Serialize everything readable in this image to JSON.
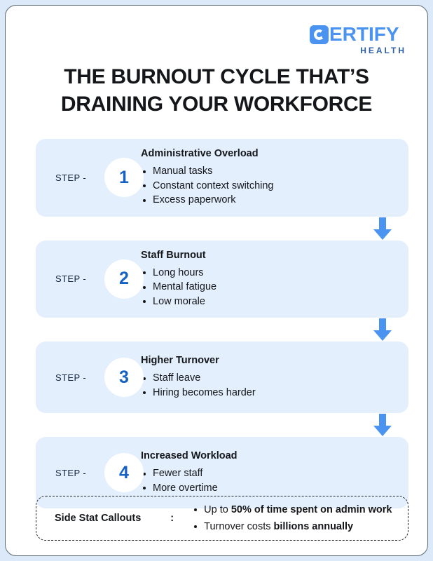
{
  "brand": {
    "mark_icon": "certify-c-logo-icon",
    "name": "ERTIFY",
    "tagline": "HEALTH",
    "accent_color": "#4a93f0",
    "tagline_color": "#2f5fa8"
  },
  "title": "THE BURNOUT CYCLE THAT’S DRAINING YOUR WORKFORCE",
  "steps": [
    {
      "label": "STEP -",
      "number": "1",
      "heading": "Administrative Overload",
      "bullets": [
        "Manual tasks",
        "Constant context switching",
        "Excess paperwork"
      ]
    },
    {
      "label": "STEP -",
      "number": "2",
      "heading": "Staff Burnout",
      "bullets": [
        "Long hours",
        "Mental fatigue",
        "Low morale"
      ]
    },
    {
      "label": "STEP -",
      "number": "3",
      "heading": "Higher Turnover",
      "bullets": [
        "Staff leave",
        "Hiring becomes harder"
      ]
    },
    {
      "label": "STEP -",
      "number": "4",
      "heading": "Increased Workload",
      "bullets": [
        "Fewer staff",
        "More overtime"
      ]
    }
  ],
  "connector": {
    "icon": "down-arrow-icon",
    "color": "#4a93f0",
    "count": 3
  },
  "callout": {
    "label": "Side Stat Callouts",
    "separator": ":",
    "items": [
      {
        "lead": "Up to ",
        "strong": "50% of time spent on admin work"
      },
      {
        "lead": "Turnover costs ",
        "strong": "billions annually"
      }
    ]
  },
  "colors": {
    "page_background": "#dbe9f8",
    "card_background": "#ffffff",
    "step_card_background": "#e3effd",
    "number_color": "#1661c4",
    "text_color": "#14161a"
  }
}
